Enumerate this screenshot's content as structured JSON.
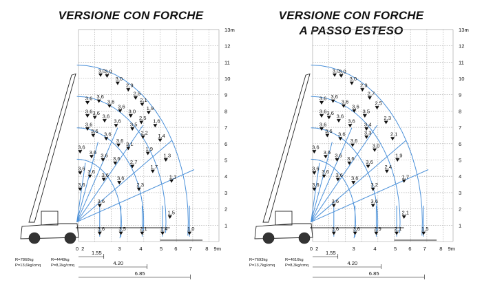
{
  "panels": [
    {
      "title_lines": [
        "VERSIONE CON FORCHE"
      ],
      "y_ticks": [
        "1",
        "2",
        "3",
        "4",
        "5",
        "6",
        "7",
        "8",
        "9",
        "10",
        "11",
        "12",
        "13m"
      ],
      "x_ticks": [
        "0",
        "2",
        "3",
        "4",
        "5",
        "6",
        "7",
        "8",
        "9m"
      ],
      "dimensions": [
        "1.55",
        "4.20",
        "6.85"
      ],
      "notes": [
        [
          "R=7860kg",
          "P=13,6kg/cmq"
        ],
        [
          "R=4449kg",
          "P=8,2kg/cmq"
        ]
      ],
      "points": [
        {
          "x": 1.35,
          "y": 10.2,
          "label": "3,0"
        },
        {
          "x": 1.75,
          "y": 10.15,
          "label": "3,0"
        },
        {
          "x": 2.4,
          "y": 9.7,
          "label": "3,0"
        },
        {
          "x": 3.05,
          "y": 9.3,
          "label": "2,9"
        },
        {
          "x": 3.5,
          "y": 8.8,
          "label": "2,5"
        },
        {
          "x": 3.9,
          "y": 8.4,
          "label": "2,1"
        },
        {
          "x": 4.3,
          "y": 7.9,
          "label": "1,9"
        },
        {
          "x": 4.7,
          "y": 7.1,
          "label": "1,6"
        },
        {
          "x": 5.0,
          "y": 6.2,
          "label": "1,4"
        },
        {
          "x": 5.35,
          "y": 5.0,
          "label": "1,3"
        },
        {
          "x": 5.7,
          "y": 3.7,
          "label": "1,1"
        },
        {
          "x": 5.6,
          "y": 1.5,
          "label": "1,5"
        },
        {
          "x": 6.8,
          "y": 0.5,
          "label": "1,0"
        },
        {
          "x": 0.55,
          "y": 8.5,
          "label": "3,6"
        },
        {
          "x": 0.55,
          "y": 7.7,
          "label": "3,6"
        },
        {
          "x": 0.55,
          "y": 6.9,
          "label": "3,6"
        },
        {
          "x": 0.1,
          "y": 5.5,
          "label": "3,6"
        },
        {
          "x": 0.1,
          "y": 4.2,
          "label": "3,6"
        },
        {
          "x": 0.1,
          "y": 3.2,
          "label": "3,6"
        },
        {
          "x": 1.25,
          "y": 8.6,
          "label": "3,6"
        },
        {
          "x": 1.9,
          "y": 8.3,
          "label": "3,6"
        },
        {
          "x": 2.55,
          "y": 8.0,
          "label": "3,6"
        },
        {
          "x": 3.2,
          "y": 7.7,
          "label": "3,0"
        },
        {
          "x": 3.85,
          "y": 7.3,
          "label": "2,5"
        },
        {
          "x": 1.0,
          "y": 7.6,
          "label": "3,6"
        },
        {
          "x": 1.6,
          "y": 7.4,
          "label": "3,6"
        },
        {
          "x": 2.3,
          "y": 7.1,
          "label": "3,6"
        },
        {
          "x": 3.3,
          "y": 6.9,
          "label": "3,5"
        },
        {
          "x": 3.95,
          "y": 6.4,
          "label": "2,2"
        },
        {
          "x": 0.9,
          "y": 6.5,
          "label": "3,6"
        },
        {
          "x": 1.7,
          "y": 6.3,
          "label": "3,6"
        },
        {
          "x": 2.45,
          "y": 5.9,
          "label": "3,6"
        },
        {
          "x": 3.05,
          "y": 5.7,
          "label": "3,1"
        },
        {
          "x": 4.25,
          "y": 5.4,
          "label": "1,9"
        },
        {
          "x": 0.8,
          "y": 5.2,
          "label": "3,6"
        },
        {
          "x": 1.5,
          "y": 5.0,
          "label": "3,6"
        },
        {
          "x": 2.25,
          "y": 4.8,
          "label": "3,6"
        },
        {
          "x": 3.3,
          "y": 4.6,
          "label": "2,7"
        },
        {
          "x": 4.55,
          "y": 4.3,
          "label": "1,7"
        },
        {
          "x": 0.7,
          "y": 4.0,
          "label": "3,6"
        },
        {
          "x": 1.55,
          "y": 3.8,
          "label": "3,6"
        },
        {
          "x": 2.5,
          "y": 3.6,
          "label": "3,6"
        },
        {
          "x": 3.7,
          "y": 3.2,
          "label": "2,3"
        },
        {
          "x": 1.3,
          "y": 2.2,
          "label": "3,6"
        },
        {
          "x": 1.3,
          "y": 0.5,
          "label": "3,6"
        },
        {
          "x": 2.6,
          "y": 0.5,
          "label": "3,5"
        },
        {
          "x": 3.9,
          "y": 0.5,
          "label": "2,1"
        },
        {
          "x": 5.15,
          "y": 0.5,
          "label": "1,4"
        }
      ]
    },
    {
      "title_lines": [
        "VERSIONE CON FORCHE",
        "A PASSO ESTESO"
      ],
      "y_ticks": [
        "1",
        "2",
        "3",
        "4",
        "5",
        "6",
        "7",
        "8",
        "9",
        "10",
        "11",
        "12",
        "13m"
      ],
      "x_ticks": [
        "0",
        "2",
        "3",
        "4",
        "5",
        "6",
        "7",
        "8",
        "9m"
      ],
      "dimensions": [
        "1.55",
        "4.20",
        "6.85"
      ],
      "notes": [
        [
          "R=7693kg",
          "P=13,7kg/cmq"
        ],
        [
          "R=4616kg",
          "P=8,3kg/cmq"
        ]
      ],
      "points": [
        {
          "x": 1.35,
          "y": 10.2,
          "label": "3,0"
        },
        {
          "x": 1.75,
          "y": 10.15,
          "label": "3,0"
        },
        {
          "x": 2.4,
          "y": 9.7,
          "label": "3,0"
        },
        {
          "x": 3.05,
          "y": 9.3,
          "label": "2,9"
        },
        {
          "x": 3.5,
          "y": 8.8,
          "label": "2,7"
        },
        {
          "x": 3.95,
          "y": 8.2,
          "label": "2,5"
        },
        {
          "x": 4.5,
          "y": 7.3,
          "label": "2,3"
        },
        {
          "x": 4.9,
          "y": 6.3,
          "label": "2,1"
        },
        {
          "x": 5.2,
          "y": 5.0,
          "label": "1,9"
        },
        {
          "x": 5.6,
          "y": 3.7,
          "label": "1,7"
        },
        {
          "x": 5.6,
          "y": 1.5,
          "label": "2,1"
        },
        {
          "x": 6.8,
          "y": 0.5,
          "label": "1,5"
        },
        {
          "x": 0.55,
          "y": 8.5,
          "label": "3,6"
        },
        {
          "x": 0.55,
          "y": 7.7,
          "label": "3,6"
        },
        {
          "x": 0.55,
          "y": 6.9,
          "label": "3,6"
        },
        {
          "x": 0.1,
          "y": 5.5,
          "label": "3,6"
        },
        {
          "x": 0.1,
          "y": 4.2,
          "label": "3,6"
        },
        {
          "x": 0.1,
          "y": 3.2,
          "label": "3,6"
        },
        {
          "x": 1.25,
          "y": 8.6,
          "label": "3,6"
        },
        {
          "x": 1.9,
          "y": 8.3,
          "label": "3,6"
        },
        {
          "x": 2.55,
          "y": 8.0,
          "label": "3,6"
        },
        {
          "x": 3.2,
          "y": 7.7,
          "label": "3,5"
        },
        {
          "x": 1.0,
          "y": 7.6,
          "label": "3,6"
        },
        {
          "x": 1.6,
          "y": 7.4,
          "label": "3,6"
        },
        {
          "x": 2.3,
          "y": 7.1,
          "label": "3,6"
        },
        {
          "x": 3.3,
          "y": 6.9,
          "label": "3,4"
        },
        {
          "x": 0.9,
          "y": 6.5,
          "label": "3,6"
        },
        {
          "x": 1.7,
          "y": 6.3,
          "label": "3,6"
        },
        {
          "x": 2.45,
          "y": 5.9,
          "label": "3,6"
        },
        {
          "x": 3.3,
          "y": 6.4,
          "label": "3,3"
        },
        {
          "x": 3.8,
          "y": 5.6,
          "label": "3,0"
        },
        {
          "x": 0.8,
          "y": 5.2,
          "label": "3,6"
        },
        {
          "x": 1.5,
          "y": 5.0,
          "label": "3,6"
        },
        {
          "x": 2.25,
          "y": 4.8,
          "label": "3,6"
        },
        {
          "x": 3.4,
          "y": 4.6,
          "label": "3,6"
        },
        {
          "x": 4.55,
          "y": 4.3,
          "label": "2,4"
        },
        {
          "x": 0.7,
          "y": 4.0,
          "label": "3,6"
        },
        {
          "x": 1.55,
          "y": 3.8,
          "label": "3,6"
        },
        {
          "x": 2.5,
          "y": 3.6,
          "label": "3,6"
        },
        {
          "x": 3.7,
          "y": 3.2,
          "label": "3,2"
        },
        {
          "x": 1.3,
          "y": 2.2,
          "label": "3,6"
        },
        {
          "x": 3.7,
          "y": 2.2,
          "label": "3,6"
        },
        {
          "x": 1.3,
          "y": 0.5,
          "label": "3,6"
        },
        {
          "x": 2.6,
          "y": 0.5,
          "label": "3,6"
        },
        {
          "x": 3.9,
          "y": 0.5,
          "label": "2,9"
        },
        {
          "x": 5.15,
          "y": 0.5,
          "label": "2,1"
        }
      ]
    }
  ]
}
